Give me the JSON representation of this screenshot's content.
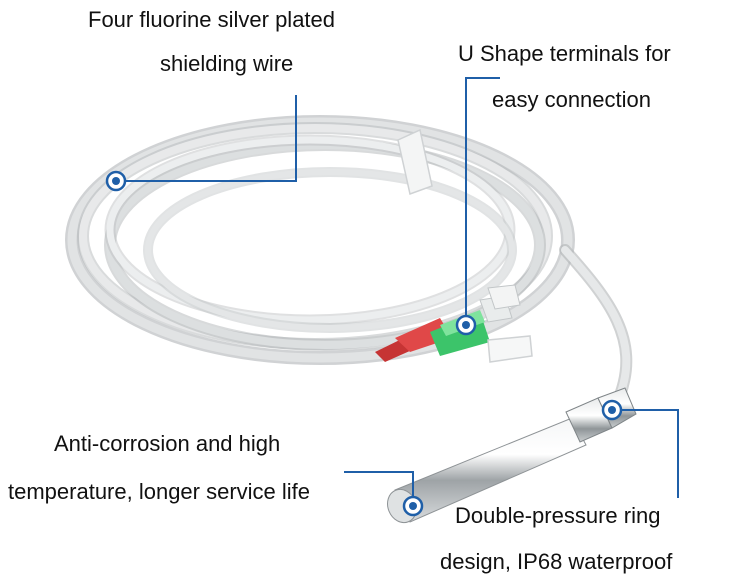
{
  "callouts": {
    "shielding_wire": {
      "line1": "Four fluorine silver plated",
      "line2": "shielding wire"
    },
    "u_terminals": {
      "line1": "U Shape terminals for",
      "line2": "easy connection"
    },
    "anti_corrosion": {
      "line1": "Anti-corrosion and high",
      "line2": "temperature, longer service life"
    },
    "pressure_ring": {
      "line1": "Double-pressure ring",
      "line2": "design, IP68 waterproof"
    }
  },
  "colors": {
    "callout_line": "#1f5fa8",
    "marker": "#1f5fa8",
    "cable": "#d9dcdd",
    "cable_shadow": "#a9adb0",
    "probe_steel": "#c9ccce",
    "terminal_green": "#3cc46a",
    "terminal_red": "#d83a3a"
  },
  "icons": {
    "marker": "target-dot-icon"
  }
}
